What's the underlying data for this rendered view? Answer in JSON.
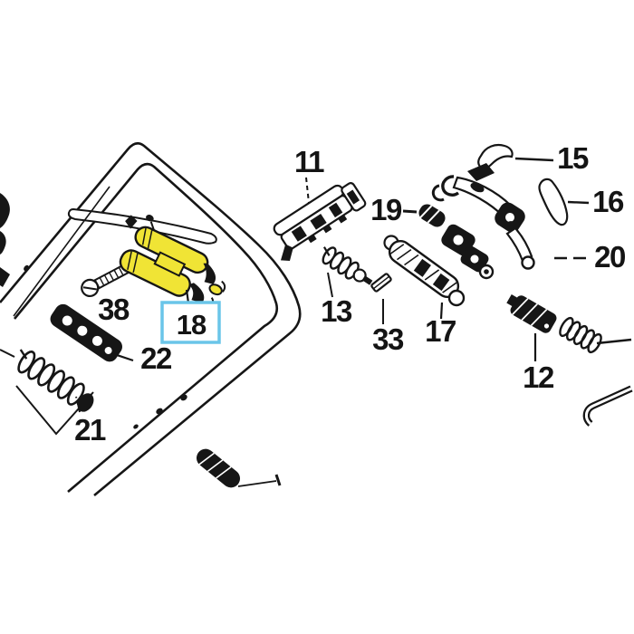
{
  "diagram": {
    "description": "Exploded handlebar parts diagram with numbered callouts",
    "highlighted_part": "18",
    "labels": {
      "p11": "11",
      "p12": "12",
      "p13": "13",
      "p15": "15",
      "p16": "16",
      "p17": "17",
      "p18": "18",
      "p19": "19",
      "p20": "20",
      "p21": "21",
      "p22": "22",
      "p33": "33",
      "p38": "38"
    },
    "colors": {
      "highlight_fill": "#f0e435",
      "callout_border": "#6ac5e9",
      "line": "#161616",
      "background": "#ffffff"
    }
  }
}
